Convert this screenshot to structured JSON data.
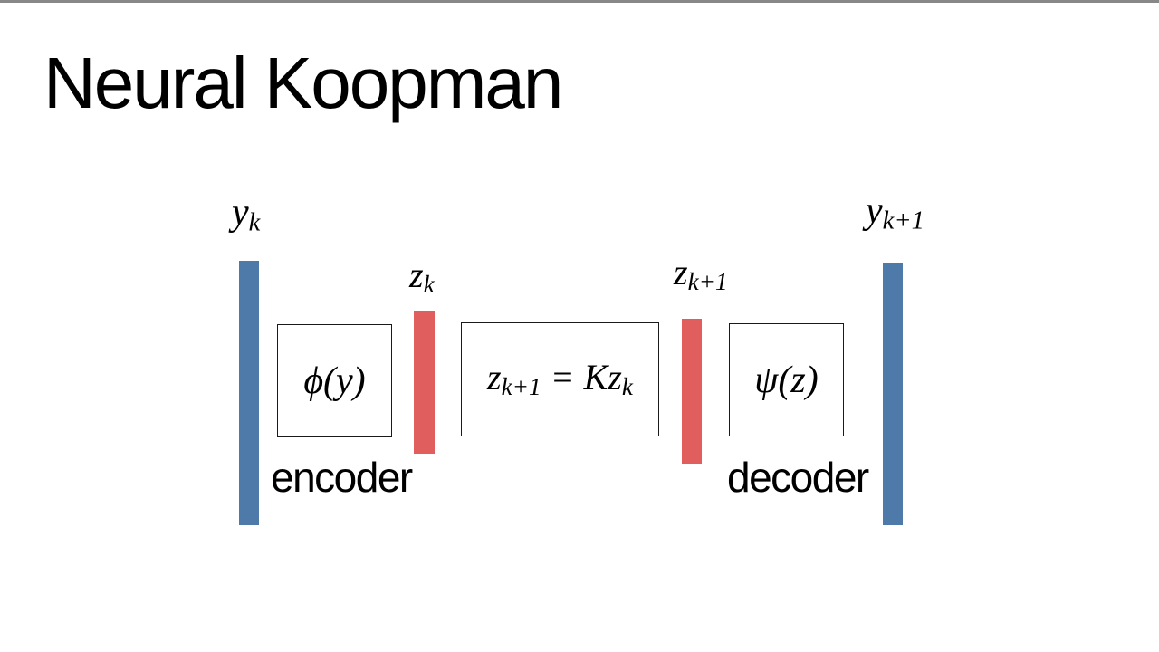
{
  "slide": {
    "title": "Neural Koopman",
    "background": "#ffffff"
  },
  "colors": {
    "state_bar": "#4d7aa8",
    "latent_bar": "#e05e5e",
    "box_border": "#1a1a1a",
    "top_edge": "#888888",
    "text": "#000000"
  },
  "diagram": {
    "labels": {
      "yk": {
        "base": "y",
        "sub": "k"
      },
      "zk": {
        "base": "z",
        "sub": "k"
      },
      "zk1": {
        "base": "z",
        "sub": "k+1"
      },
      "yk1": {
        "base": "y",
        "sub": "k+1"
      }
    },
    "encoder_box": {
      "func": "ϕ(y)"
    },
    "koopman_box": {
      "lhs": "z",
      "lhs_sub": "k+1",
      "eq": "=",
      "rhs": "Kz",
      "rhs_sub": "k"
    },
    "decoder_box": {
      "func": "ψ(z)"
    },
    "captions": {
      "encoder": "encoder",
      "decoder": "decoder"
    }
  }
}
